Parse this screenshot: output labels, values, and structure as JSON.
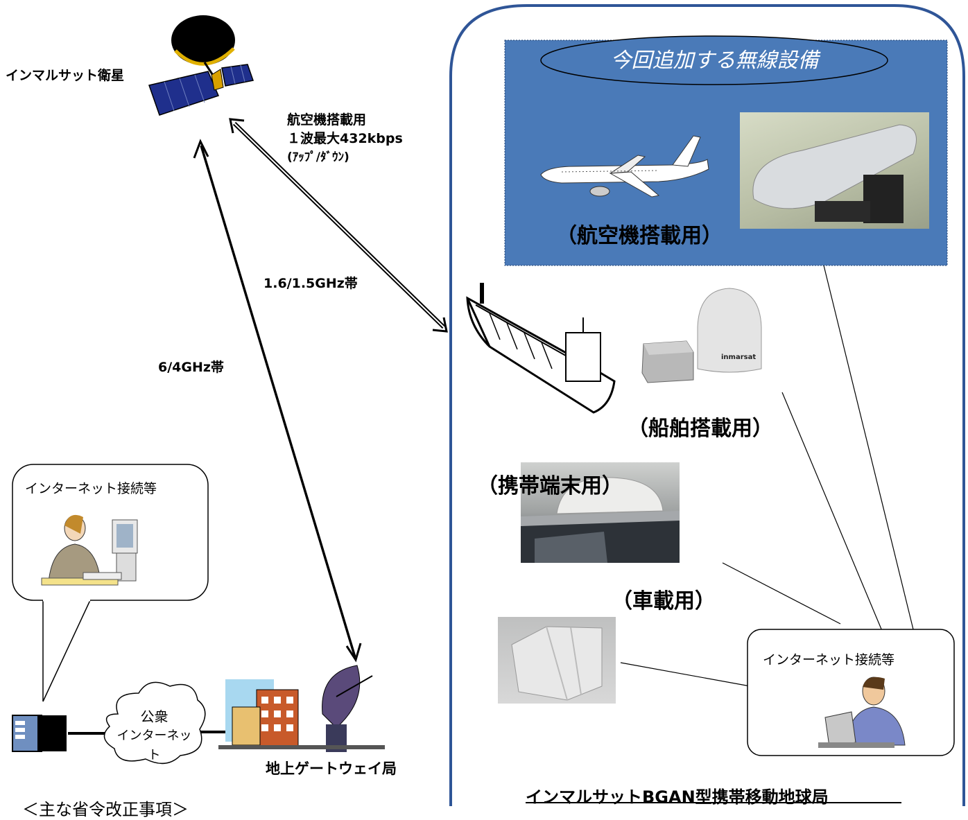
{
  "satellite": {
    "label": "インマルサット衛星"
  },
  "links": {
    "aircraft_label_line1": "航空機搭載用",
    "aircraft_label_line2": "１波最大432kbps",
    "aircraft_label_line3": "(ｱｯﾌﾟ/ﾀﾞｳﾝ)",
    "band_mobile": "1.6/1.5GHz帯",
    "band_feeder": "6/4GHz帯"
  },
  "left_bubble": {
    "text": "インターネット接続等"
  },
  "public_network": {
    "line1": "公衆",
    "line2": "インターネット"
  },
  "gateway": {
    "label": "地上ゲートウェイ局"
  },
  "footnote": {
    "text": "＜主な省令改正事項＞"
  },
  "bgan_panel": {
    "new_equipment_title": "今回追加する無線設備",
    "aircraft_label": "（航空機搭載用）",
    "ship_label": "（船舶搭載用）",
    "vehicle_label": "（車載用）",
    "portable_label": "（携帯端末用）",
    "internet_box_label": "インターネット接続等",
    "inmarsat_logo": "inmarsat",
    "footer_title": "インマルサットBGAN型携帯移動地球局"
  },
  "colors": {
    "panel_border": "#2f5597",
    "highlight_box": "#4a7ab8",
    "satellite_panel": "#1f2f8c"
  }
}
